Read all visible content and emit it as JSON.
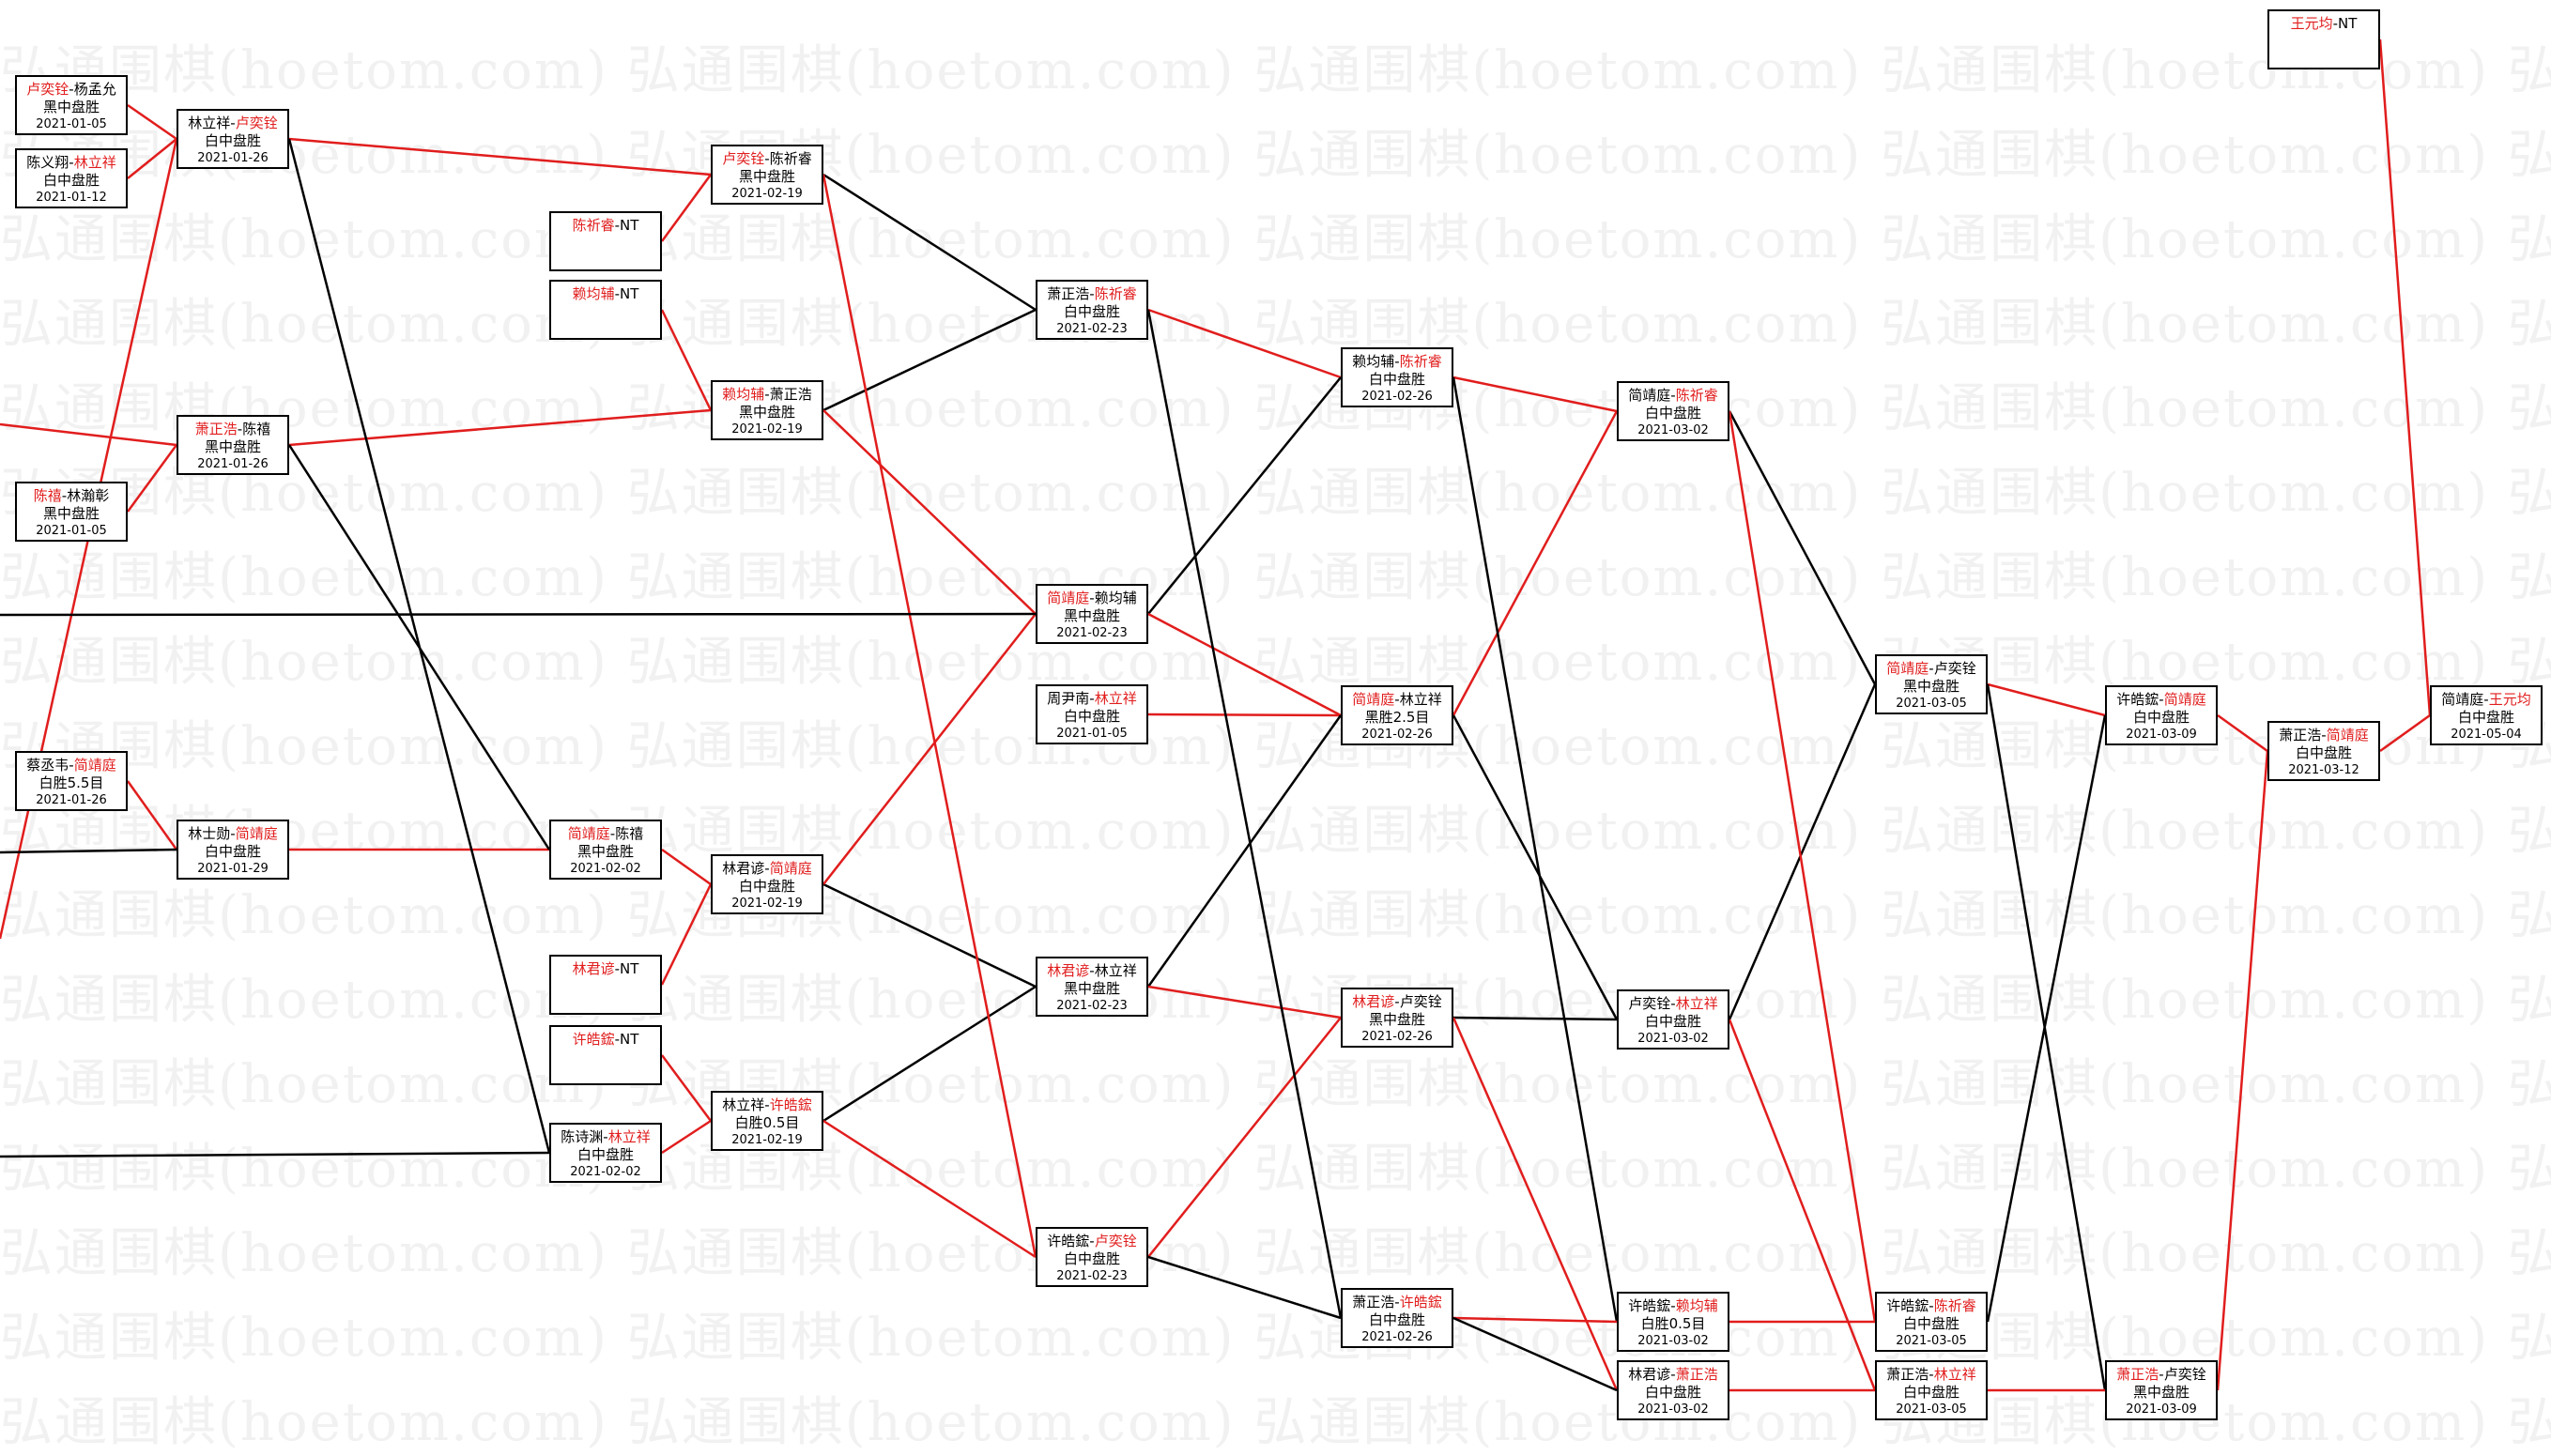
{
  "watermark": "弘通围棋(hoetom.com) 弘通围棋(hoetom.com) 弘通围棋(hoetom.com) 弘通围棋(hoetom.com) 弘",
  "colors": {
    "win_line": "#e11d1d",
    "loss_line": "#000000",
    "winner_text": "#e11d1d"
  },
  "games": [
    {
      "id": "g01",
      "p1": "卢奕铨",
      "p2": "杨孟允",
      "winner": 1,
      "result": "黑中盘胜",
      "date": "2021-01-05"
    },
    {
      "id": "g02",
      "p1": "陈义翔",
      "p2": "林立祥",
      "winner": 2,
      "result": "白中盘胜",
      "date": "2021-01-12"
    },
    {
      "id": "g03",
      "p1": "林立祥",
      "p2": "卢奕铨",
      "winner": 2,
      "result": "白中盘胜",
      "date": "2021-01-26"
    },
    {
      "id": "g04",
      "p1": "萧正浩",
      "p2": "陈禧",
      "winner": 1,
      "result": "黑中盘胜",
      "date": "2021-01-26"
    },
    {
      "id": "g05",
      "p1": "陈禧",
      "p2": "林瀚彰",
      "winner": 1,
      "result": "黑中盘胜",
      "date": "2021-01-05"
    },
    {
      "id": "g06",
      "p1": "蔡丞韦",
      "p2": "简靖庭",
      "winner": 2,
      "result": "白胜5.5目",
      "date": "2021-01-26"
    },
    {
      "id": "g07",
      "p1": "林士勋",
      "p2": "简靖庭",
      "winner": 2,
      "result": "白中盘胜",
      "date": "2021-01-29"
    },
    {
      "id": "g08",
      "p1": "卢奕铨",
      "p2": "陈祈睿",
      "winner": 1,
      "result": "黑中盘胜",
      "date": "2021-02-19"
    },
    {
      "id": "g09",
      "p1": "陈祈睿",
      "p2": "NT",
      "winner": 1,
      "result": "",
      "date": ""
    },
    {
      "id": "g10",
      "p1": "赖均辅",
      "p2": "NT",
      "winner": 1,
      "result": "",
      "date": ""
    },
    {
      "id": "g11",
      "p1": "赖均辅",
      "p2": "萧正浩",
      "winner": 1,
      "result": "黑中盘胜",
      "date": "2021-02-19"
    },
    {
      "id": "g12",
      "p1": "简靖庭",
      "p2": "陈禧",
      "winner": 1,
      "result": "黑中盘胜",
      "date": "2021-02-02"
    },
    {
      "id": "g13",
      "p1": "林君谚",
      "p2": "简靖庭",
      "winner": 2,
      "result": "白中盘胜",
      "date": "2021-02-19"
    },
    {
      "id": "g14",
      "p1": "林君谚",
      "p2": "NT",
      "winner": 1,
      "result": "",
      "date": ""
    },
    {
      "id": "g15",
      "p1": "许皓鋐",
      "p2": "NT",
      "winner": 1,
      "result": "",
      "date": ""
    },
    {
      "id": "g16",
      "p1": "林立祥",
      "p2": "许皓鋐",
      "winner": 2,
      "result": "白胜0.5目",
      "date": "2021-02-19"
    },
    {
      "id": "g17",
      "p1": "陈诗渊",
      "p2": "林立祥",
      "winner": 2,
      "result": "白中盘胜",
      "date": "2021-02-02"
    },
    {
      "id": "g18",
      "p1": "萧正浩",
      "p2": "陈祈睿",
      "winner": 2,
      "result": "白中盘胜",
      "date": "2021-02-23"
    },
    {
      "id": "g19",
      "p1": "简靖庭",
      "p2": "赖均辅",
      "winner": 1,
      "result": "黑中盘胜",
      "date": "2021-02-23"
    },
    {
      "id": "g20",
      "p1": "周尹南",
      "p2": "林立祥",
      "winner": 2,
      "result": "白中盘胜",
      "date": "2021-01-05"
    },
    {
      "id": "g21",
      "p1": "林君谚",
      "p2": "林立祥",
      "winner": 1,
      "result": "黑中盘胜",
      "date": "2021-02-23"
    },
    {
      "id": "g22",
      "p1": "许皓鋐",
      "p2": "卢奕铨",
      "winner": 2,
      "result": "白中盘胜",
      "date": "2021-02-23"
    },
    {
      "id": "g23",
      "p1": "赖均辅",
      "p2": "陈祈睿",
      "winner": 2,
      "result": "白中盘胜",
      "date": "2021-02-26"
    },
    {
      "id": "g24",
      "p1": "简靖庭",
      "p2": "林立祥",
      "winner": 1,
      "result": "黑胜2.5目",
      "date": "2021-02-26"
    },
    {
      "id": "g25",
      "p1": "林君谚",
      "p2": "卢奕铨",
      "winner": 1,
      "result": "黑中盘胜",
      "date": "2021-02-26"
    },
    {
      "id": "g26",
      "p1": "萧正浩",
      "p2": "许皓鋐",
      "winner": 2,
      "result": "白中盘胜",
      "date": "2021-02-26"
    },
    {
      "id": "g27",
      "p1": "简靖庭",
      "p2": "陈祈睿",
      "winner": 2,
      "result": "白中盘胜",
      "date": "2021-03-02"
    },
    {
      "id": "g28",
      "p1": "卢奕铨",
      "p2": "林立祥",
      "winner": 2,
      "result": "白中盘胜",
      "date": "2021-03-02"
    },
    {
      "id": "g29",
      "p1": "许皓鋐",
      "p2": "赖均辅",
      "winner": 2,
      "result": "白胜0.5目",
      "date": "2021-03-02"
    },
    {
      "id": "g30",
      "p1": "林君谚",
      "p2": "萧正浩",
      "winner": 2,
      "result": "白中盘胜",
      "date": "2021-03-02"
    },
    {
      "id": "g31",
      "p1": "简靖庭",
      "p2": "卢奕铨",
      "winner": 1,
      "result": "黑中盘胜",
      "date": "2021-03-05"
    },
    {
      "id": "g32",
      "p1": "许皓鋐",
      "p2": "陈祈睿",
      "winner": 2,
      "result": "白中盘胜",
      "date": "2021-03-05"
    },
    {
      "id": "g33",
      "p1": "萧正浩",
      "p2": "林立祥",
      "winner": 2,
      "result": "白中盘胜",
      "date": "2021-03-05"
    },
    {
      "id": "g34",
      "p1": "许皓鋐",
      "p2": "简靖庭",
      "winner": 2,
      "result": "白中盘胜",
      "date": "2021-03-09"
    },
    {
      "id": "g35",
      "p1": "萧正浩",
      "p2": "卢奕铨",
      "winner": 1,
      "result": "黑中盘胜",
      "date": "2021-03-09"
    },
    {
      "id": "g36",
      "p1": "萧正浩",
      "p2": "简靖庭",
      "winner": 2,
      "result": "白中盘胜",
      "date": "2021-03-12"
    },
    {
      "id": "g37",
      "p1": "简靖庭",
      "p2": "王元均",
      "winner": 2,
      "result": "白中盘胜",
      "date": "2021-05-04"
    },
    {
      "id": "g38",
      "p1": "王元均",
      "p2": "NT",
      "winner": 1,
      "result": "",
      "date": ""
    }
  ]
}
